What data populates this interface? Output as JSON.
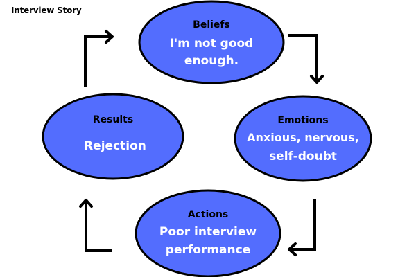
{
  "title": "Interview Story",
  "colors": {
    "node_fill": "#536dfe",
    "node_stroke": "#000000",
    "arrow": "#000000",
    "label_color": "#000000",
    "text_color": "#ffffff"
  },
  "nodes": [
    {
      "id": "beliefs",
      "label": "Beliefs",
      "lines": [
        "I'm not good",
        "enough."
      ]
    },
    {
      "id": "emotions",
      "label": "Emotions",
      "lines": [
        "Anxious, nervous,",
        "self-doubt"
      ]
    },
    {
      "id": "actions",
      "label": "Actions",
      "lines": [
        "Poor interview",
        "performance"
      ]
    },
    {
      "id": "results",
      "label": "Results",
      "lines": [
        "Rejection"
      ]
    }
  ],
  "edges": [
    {
      "from": "beliefs",
      "to": "emotions",
      "icon": "arrow-right-down-icon"
    },
    {
      "from": "emotions",
      "to": "actions",
      "icon": "arrow-down-left-icon"
    },
    {
      "from": "actions",
      "to": "results",
      "icon": "arrow-left-up-icon"
    },
    {
      "from": "results",
      "to": "beliefs",
      "icon": "arrow-up-right-icon"
    }
  ]
}
